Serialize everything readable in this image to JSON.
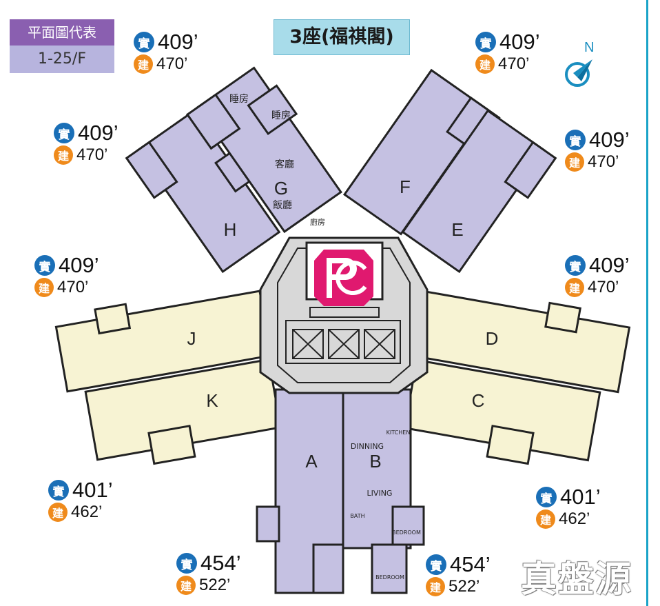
{
  "legend": {
    "title": "平面圖代表",
    "floors": "1-25/F"
  },
  "block_title": "3座(福祺閣)",
  "compass_label": "N",
  "badges": {
    "net": "實",
    "gross": "建"
  },
  "unit_letters": {
    "A": "A",
    "B": "B",
    "C": "C",
    "D": "D",
    "E": "E",
    "F": "F",
    "G": "G",
    "H": "H",
    "J": "J",
    "K": "K"
  },
  "room_labels": {
    "g_bedroom_1": "睡房",
    "g_bedroom_2": "睡房",
    "g_living": "客廳",
    "g_dining": "飯廳",
    "g_kitchen": "廚房",
    "b_kitchen": "KITCHEN",
    "b_dining": "DINNING",
    "b_living": "LIVING",
    "b_bath": "BATH",
    "b_bedroom_1": "BEDROOM",
    "b_bedroom_2": "BEDROOM"
  },
  "areas": {
    "h": {
      "net": "409’",
      "gross": "470’"
    },
    "g": {
      "net": "409’",
      "gross": "470’"
    },
    "f": {
      "net": "409’",
      "gross": "470’"
    },
    "e": {
      "net": "409’",
      "gross": "470’"
    },
    "j": {
      "net": "409’",
      "gross": "470’"
    },
    "d": {
      "net": "409’",
      "gross": "470’"
    },
    "k": {
      "net": "401’",
      "gross": "462’"
    },
    "c": {
      "net": "401’",
      "gross": "462’"
    },
    "a": {
      "net": "454’",
      "gross": "522’"
    },
    "b": {
      "net": "454’",
      "gross": "522’"
    }
  },
  "watermark": "真盤源",
  "colors": {
    "purple_unit": "#c5c1e2",
    "yellow_unit": "#f7f3d3",
    "core": "#d8d8d8",
    "title_bg": "#a8dcea",
    "legend_title_bg": "#8a5fb0",
    "legend_range_bg": "#b7b4de",
    "net_badge": "#1a6fb7",
    "gross_badge": "#ef8a1b",
    "logo": "#e0196f",
    "rule": "#1aa3c8"
  }
}
